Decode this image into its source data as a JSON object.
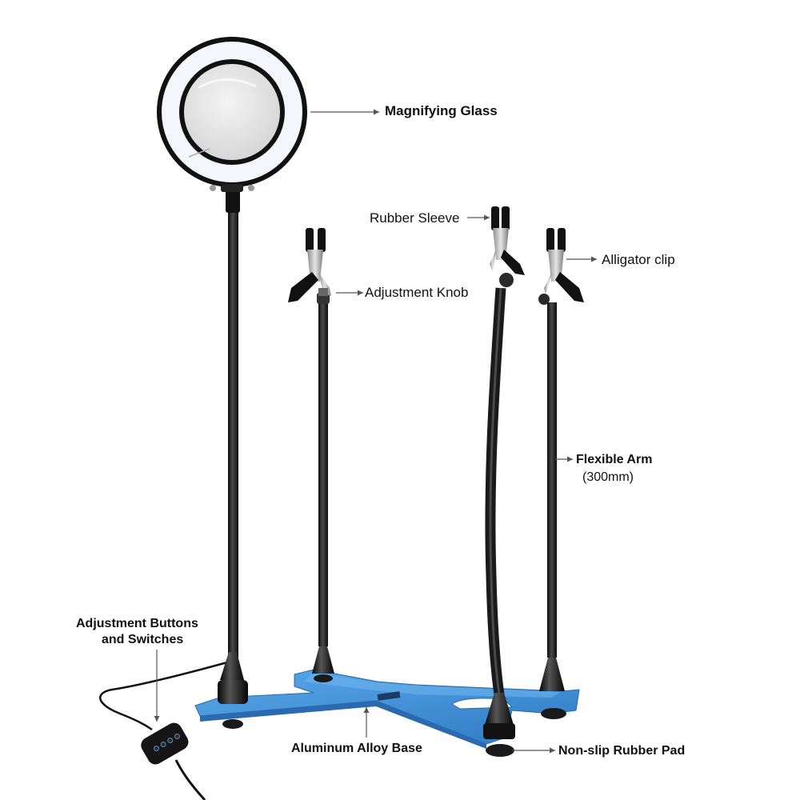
{
  "labels": {
    "magnifying_glass": "Magnifying Glass",
    "rubber_sleeve": "Rubber Sleeve",
    "alligator_clip": "Alligator clip",
    "adjustment_knob": "Adjustment Knob",
    "flexible_arm": "Flexible Arm",
    "flexible_arm_length": "(300mm)",
    "adjustment_buttons_line1": "Adjustment Buttons",
    "adjustment_buttons_line2": "and Switches",
    "aluminum_base": "Aluminum Alloy Base",
    "rubber_pad": "Non-slip Rubber Pad"
  },
  "colors": {
    "base_blue": "#3d8fd6",
    "arm_black": "#1a1a1a",
    "ring_light": "#f4f6fb",
    "arrow_gray": "#555555"
  }
}
